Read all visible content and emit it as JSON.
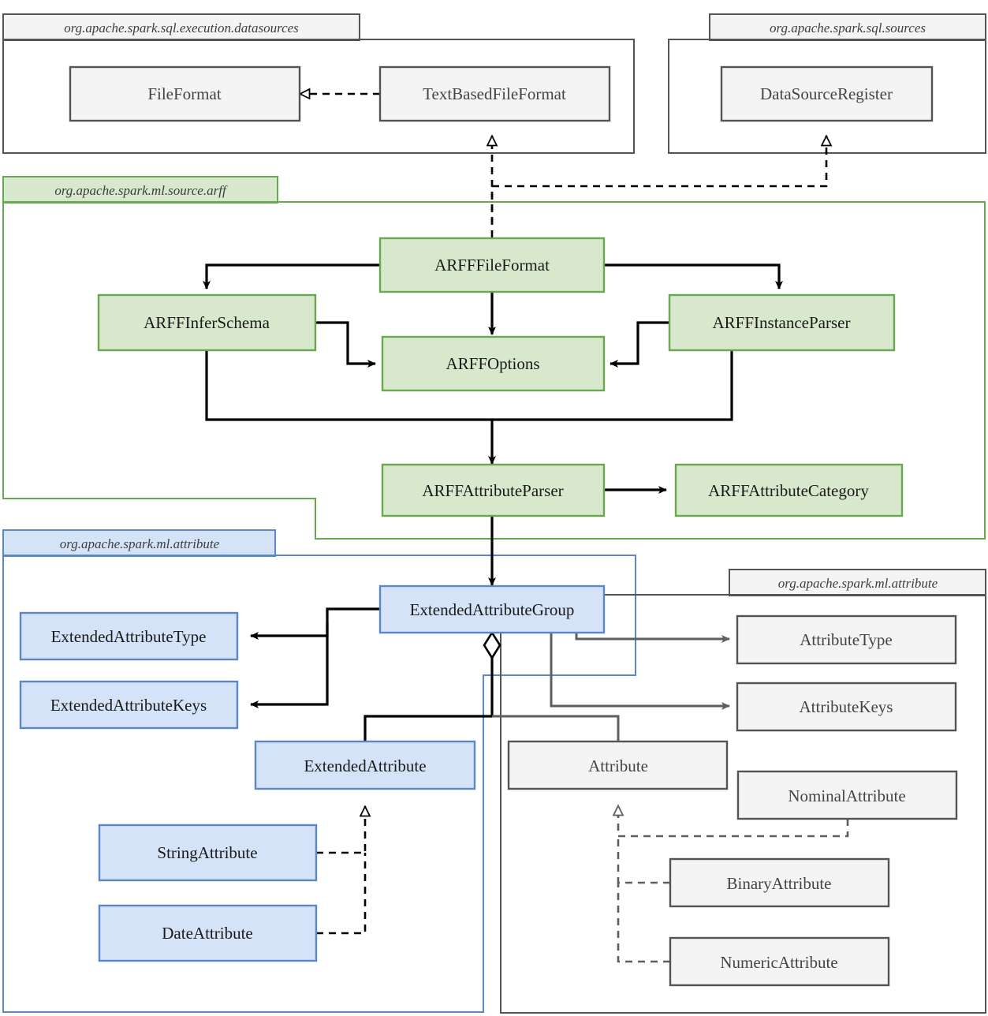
{
  "diagram": {
    "title": "ARFF data source UML class diagram",
    "colors": {
      "green_fill": "#d8e8cc",
      "green_stroke": "#6aa84f",
      "blue_fill": "#d4e3f7",
      "blue_stroke": "#5b87c5",
      "gray_fill": "#f4f4f4",
      "gray_stroke": "#545454",
      "black": "#000000",
      "mid_gray": "#5e5e5e",
      "text_dark": "#1a1a1a",
      "text_gray": "#444444",
      "canvas": "#ffffff"
    },
    "packages": [
      {
        "id": "pkg-datasources",
        "label": "org.apache.spark.sql.execution.datasources",
        "style": "gray"
      },
      {
        "id": "pkg-sqlsources",
        "label": "org.apache.spark.sql.sources",
        "style": "gray"
      },
      {
        "id": "pkg-arff",
        "label": "org.apache.spark.ml.source.arff",
        "style": "green"
      },
      {
        "id": "pkg-mlattribute-blue",
        "label": "org.apache.spark.ml.attribute",
        "style": "blue"
      },
      {
        "id": "pkg-mlattribute-gray",
        "label": "org.apache.spark.ml.attribute",
        "style": "gray"
      }
    ],
    "classes": [
      {
        "id": "file-format",
        "name": "FileFormat",
        "style": "gray",
        "package": "pkg-datasources"
      },
      {
        "id": "text-based-file-format",
        "name": "TextBasedFileFormat",
        "style": "gray",
        "package": "pkg-datasources"
      },
      {
        "id": "data-source-register",
        "name": "DataSourceRegister",
        "style": "gray",
        "package": "pkg-sqlsources"
      },
      {
        "id": "arff-file-format",
        "name": "ARFFFileFormat",
        "style": "green",
        "package": "pkg-arff"
      },
      {
        "id": "arff-infer-schema",
        "name": "ARFFInferSchema",
        "style": "green",
        "package": "pkg-arff"
      },
      {
        "id": "arff-options",
        "name": "ARFFOptions",
        "style": "green",
        "package": "pkg-arff"
      },
      {
        "id": "arff-instance-parser",
        "name": "ARFFInstanceParser",
        "style": "green",
        "package": "pkg-arff"
      },
      {
        "id": "arff-attribute-parser",
        "name": "ARFFAttributeParser",
        "style": "green",
        "package": "pkg-arff"
      },
      {
        "id": "arff-attribute-category",
        "name": "ARFFAttributeCategory",
        "style": "green",
        "package": "pkg-arff"
      },
      {
        "id": "extended-attribute-group",
        "name": "ExtendedAttributeGroup",
        "style": "blue",
        "package": "pkg-mlattribute-blue"
      },
      {
        "id": "extended-attribute-type",
        "name": "ExtendedAttributeType",
        "style": "blue",
        "package": "pkg-mlattribute-blue"
      },
      {
        "id": "extended-attribute-keys",
        "name": "ExtendedAttributeKeys",
        "style": "blue",
        "package": "pkg-mlattribute-blue"
      },
      {
        "id": "extended-attribute",
        "name": "ExtendedAttribute",
        "style": "blue",
        "package": "pkg-mlattribute-blue"
      },
      {
        "id": "string-attribute",
        "name": "StringAttribute",
        "style": "blue",
        "package": "pkg-mlattribute-blue"
      },
      {
        "id": "date-attribute",
        "name": "DateAttribute",
        "style": "blue",
        "package": "pkg-mlattribute-blue"
      },
      {
        "id": "attribute-type",
        "name": "AttributeType",
        "style": "gray",
        "package": "pkg-mlattribute-gray"
      },
      {
        "id": "attribute-keys",
        "name": "AttributeKeys",
        "style": "gray",
        "package": "pkg-mlattribute-gray"
      },
      {
        "id": "attribute",
        "name": "Attribute",
        "style": "gray",
        "package": "pkg-mlattribute-gray"
      },
      {
        "id": "nominal-attribute",
        "name": "NominalAttribute",
        "style": "gray",
        "package": "pkg-mlattribute-gray"
      },
      {
        "id": "binary-attribute",
        "name": "BinaryAttribute",
        "style": "gray",
        "package": "pkg-mlattribute-gray"
      },
      {
        "id": "numeric-attribute",
        "name": "NumericAttribute",
        "style": "gray",
        "package": "pkg-mlattribute-gray"
      }
    ],
    "relations": [
      {
        "from": "text-based-file-format",
        "to": "file-format",
        "type": "realization",
        "line": "dashed",
        "head": "hollow-triangle"
      },
      {
        "from": "arff-file-format",
        "to": "text-based-file-format",
        "type": "realization",
        "line": "dashed",
        "head": "hollow-triangle"
      },
      {
        "from": "arff-file-format",
        "to": "data-source-register",
        "type": "realization",
        "line": "dashed",
        "head": "hollow-triangle"
      },
      {
        "from": "arff-file-format",
        "to": "arff-infer-schema",
        "type": "dependency",
        "line": "solid",
        "head": "filled-arrow"
      },
      {
        "from": "arff-file-format",
        "to": "arff-options",
        "type": "dependency",
        "line": "solid",
        "head": "filled-arrow"
      },
      {
        "from": "arff-file-format",
        "to": "arff-instance-parser",
        "type": "dependency",
        "line": "solid",
        "head": "filled-arrow"
      },
      {
        "from": "arff-infer-schema",
        "to": "arff-options",
        "type": "dependency",
        "line": "solid",
        "head": "filled-arrow"
      },
      {
        "from": "arff-instance-parser",
        "to": "arff-options",
        "type": "dependency",
        "line": "solid",
        "head": "filled-arrow"
      },
      {
        "from": "arff-infer-schema",
        "to": "arff-attribute-parser",
        "type": "dependency",
        "line": "solid",
        "head": "filled-arrow"
      },
      {
        "from": "arff-instance-parser",
        "to": "arff-attribute-parser",
        "type": "dependency",
        "line": "solid",
        "head": "filled-arrow"
      },
      {
        "from": "arff-attribute-parser",
        "to": "arff-attribute-category",
        "type": "dependency",
        "line": "solid",
        "head": "filled-arrow"
      },
      {
        "from": "arff-attribute-parser",
        "to": "extended-attribute-group",
        "type": "dependency",
        "line": "solid",
        "head": "filled-arrow"
      },
      {
        "from": "extended-attribute-group",
        "to": "extended-attribute-type",
        "type": "dependency",
        "line": "solid",
        "head": "filled-arrow"
      },
      {
        "from": "extended-attribute-group",
        "to": "extended-attribute-keys",
        "type": "dependency",
        "line": "solid",
        "head": "filled-arrow"
      },
      {
        "from": "extended-attribute-group",
        "to": "attribute-type",
        "type": "dependency",
        "line": "solid",
        "head": "filled-arrow-gray"
      },
      {
        "from": "extended-attribute-group",
        "to": "attribute-keys",
        "type": "dependency",
        "line": "solid",
        "head": "filled-arrow-gray"
      },
      {
        "from": "extended-attribute-group",
        "to": "extended-attribute",
        "type": "aggregation",
        "line": "solid",
        "head": "hollow-diamond"
      },
      {
        "from": "extended-attribute-group",
        "to": "attribute",
        "type": "aggregation",
        "line": "solid",
        "head": "hollow-diamond"
      },
      {
        "from": "string-attribute",
        "to": "extended-attribute",
        "type": "realization",
        "line": "dashed",
        "head": "hollow-triangle"
      },
      {
        "from": "date-attribute",
        "to": "extended-attribute",
        "type": "realization",
        "line": "dashed",
        "head": "hollow-triangle"
      },
      {
        "from": "nominal-attribute",
        "to": "attribute",
        "type": "realization",
        "line": "dashed",
        "head": "hollow-triangle"
      },
      {
        "from": "binary-attribute",
        "to": "attribute",
        "type": "realization",
        "line": "dashed",
        "head": "hollow-triangle"
      },
      {
        "from": "numeric-attribute",
        "to": "attribute",
        "type": "realization",
        "line": "dashed",
        "head": "hollow-triangle"
      }
    ]
  }
}
